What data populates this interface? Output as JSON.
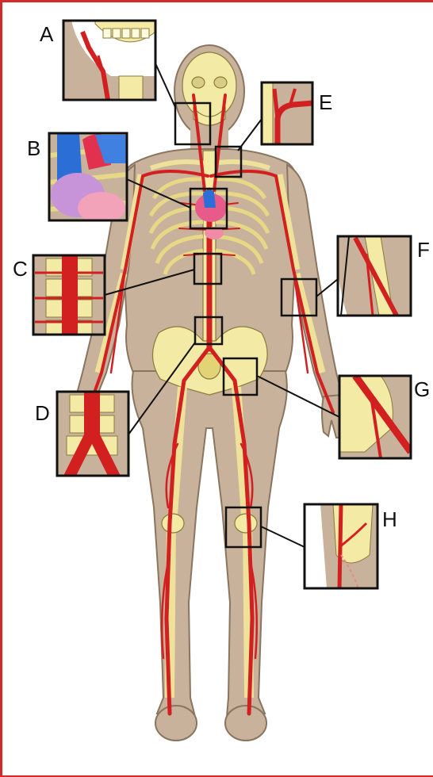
{
  "labels": {
    "a": "A",
    "b": "B",
    "c": "C",
    "d": "D",
    "e": "E",
    "f": "F",
    "g": "G",
    "h": "H"
  },
  "colors": {
    "border": "#d42a2a",
    "skin": "#c8b29b",
    "bone": "#f3eaa5",
    "artery": "#d21f1f",
    "vein": "#2b6fd6",
    "heart": "#e75a8a",
    "inset_frame": "#111111"
  }
}
